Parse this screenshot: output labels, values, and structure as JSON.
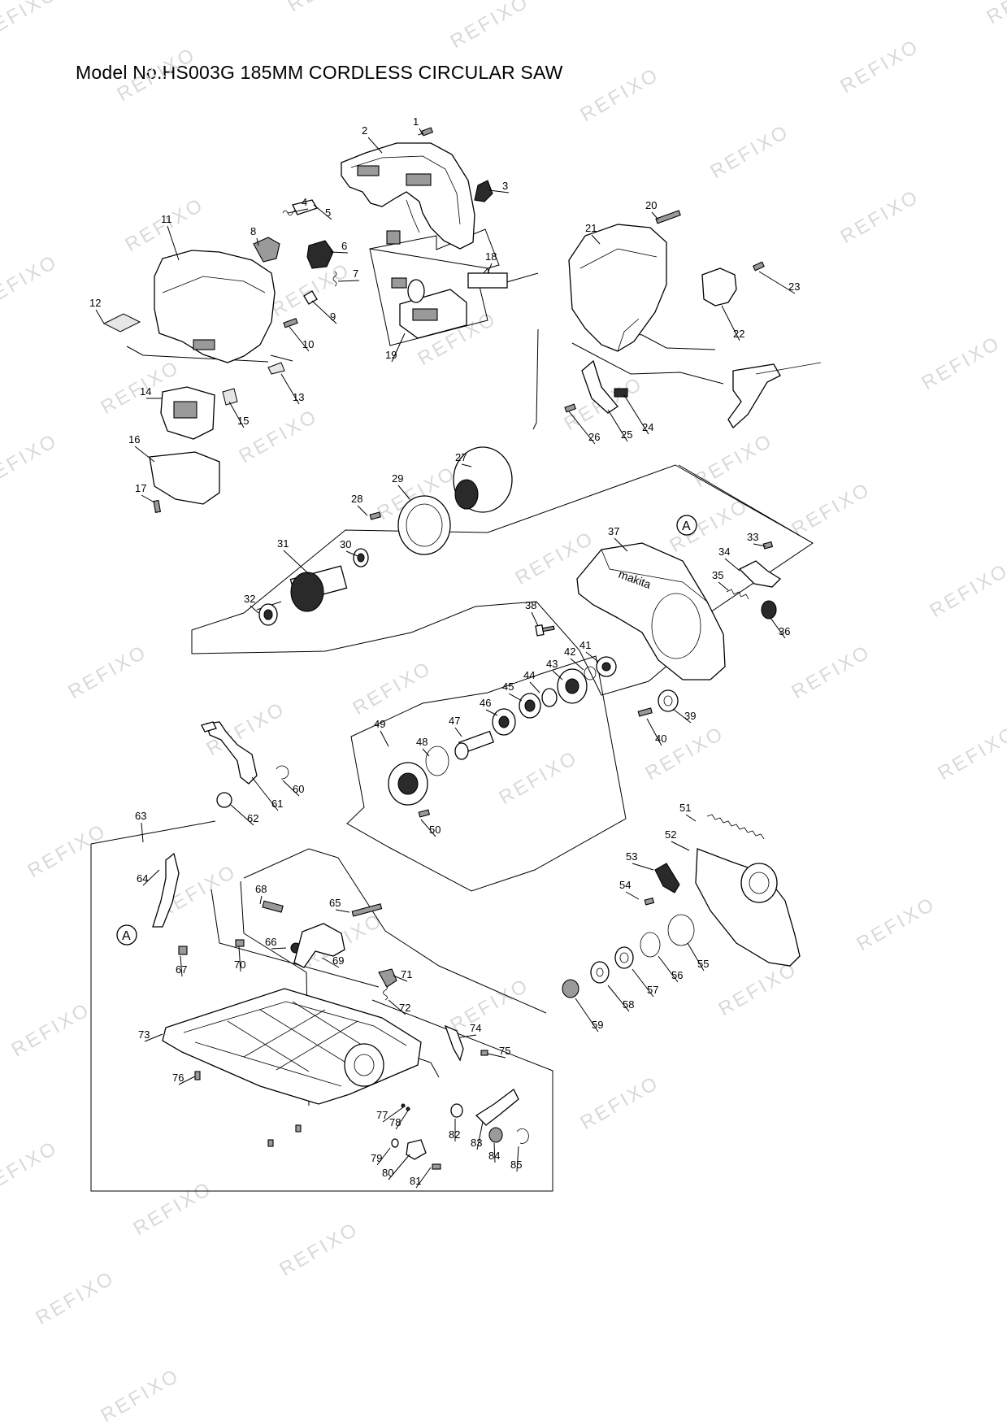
{
  "title": "Model No.HS003G 185MM CORDLESS CIRCULAR SAW",
  "watermark": "REFIXO",
  "circle_marker": "A",
  "part_numbers": [
    "1",
    "2",
    "3",
    "4",
    "5",
    "6",
    "7",
    "8",
    "9",
    "10",
    "11",
    "12",
    "13",
    "14",
    "15",
    "16",
    "17",
    "18",
    "19",
    "20",
    "21",
    "22",
    "23",
    "24",
    "25",
    "26",
    "27",
    "28",
    "29",
    "30",
    "31",
    "32",
    "33",
    "34",
    "35",
    "36",
    "37",
    "38",
    "39",
    "40",
    "41",
    "42",
    "43",
    "44",
    "45",
    "46",
    "47",
    "48",
    "49",
    "50",
    "51",
    "52",
    "53",
    "54",
    "55",
    "56",
    "57",
    "58",
    "59",
    "60",
    "61",
    "62",
    "63",
    "64",
    "65",
    "66",
    "67",
    "68",
    "69",
    "70",
    "71",
    "72",
    "73",
    "74",
    "75",
    "76",
    "77",
    "78",
    "79",
    "80",
    "81",
    "82",
    "83",
    "84",
    "85"
  ]
}
